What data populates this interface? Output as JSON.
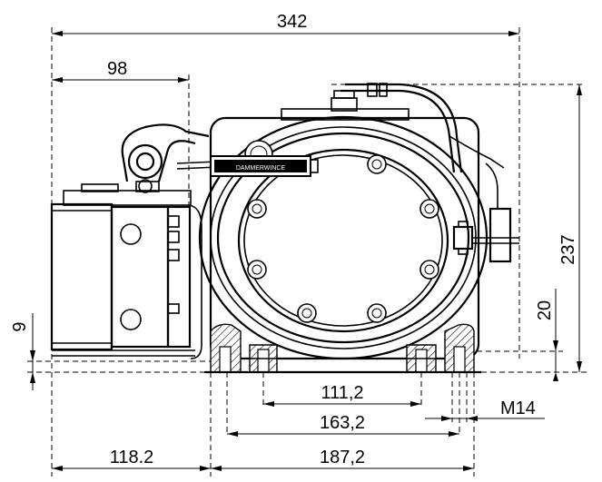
{
  "drawing": {
    "nameplate": "DAMMERWINCE",
    "dimensions": {
      "overall_width": "342",
      "left_offset": "98",
      "height": "237",
      "foot_height_right": "20",
      "foot_height_left": "9",
      "bolt_spacing_inner": "111,2",
      "bolt_spacing_mid": "163,2",
      "thread": "M14",
      "left_to_foot": "118.2",
      "foot_span": "187,2"
    }
  }
}
